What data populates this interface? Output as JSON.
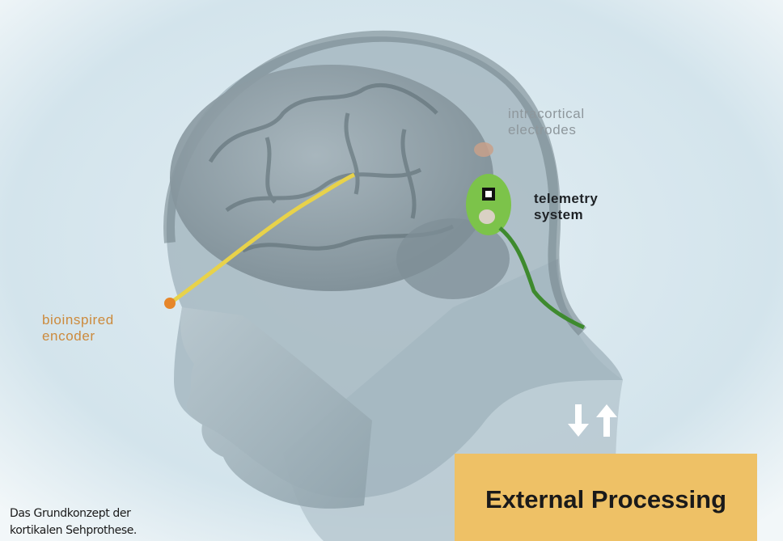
{
  "labels": {
    "intracortical": "intracortical\nelectrodes",
    "telemetry": "telemetry\nsystem",
    "encoder": "bioinspired\nencoder"
  },
  "box": {
    "label": "External Processing"
  },
  "caption": "Das Grundkonzept der\nkortikalen Sehprothese.",
  "colors": {
    "background": "#d6e6ee",
    "box": "#eec166",
    "encoder_text": "#cc8a3c",
    "intracortical_text": "#8e979c",
    "telemetry_text": "#1e2226",
    "implant": "#7cc34a",
    "wire_yellow": "#e8d24a",
    "wire_green": "#3e8a2e"
  },
  "icons": [
    "down-arrow-icon",
    "up-arrow-icon"
  ]
}
